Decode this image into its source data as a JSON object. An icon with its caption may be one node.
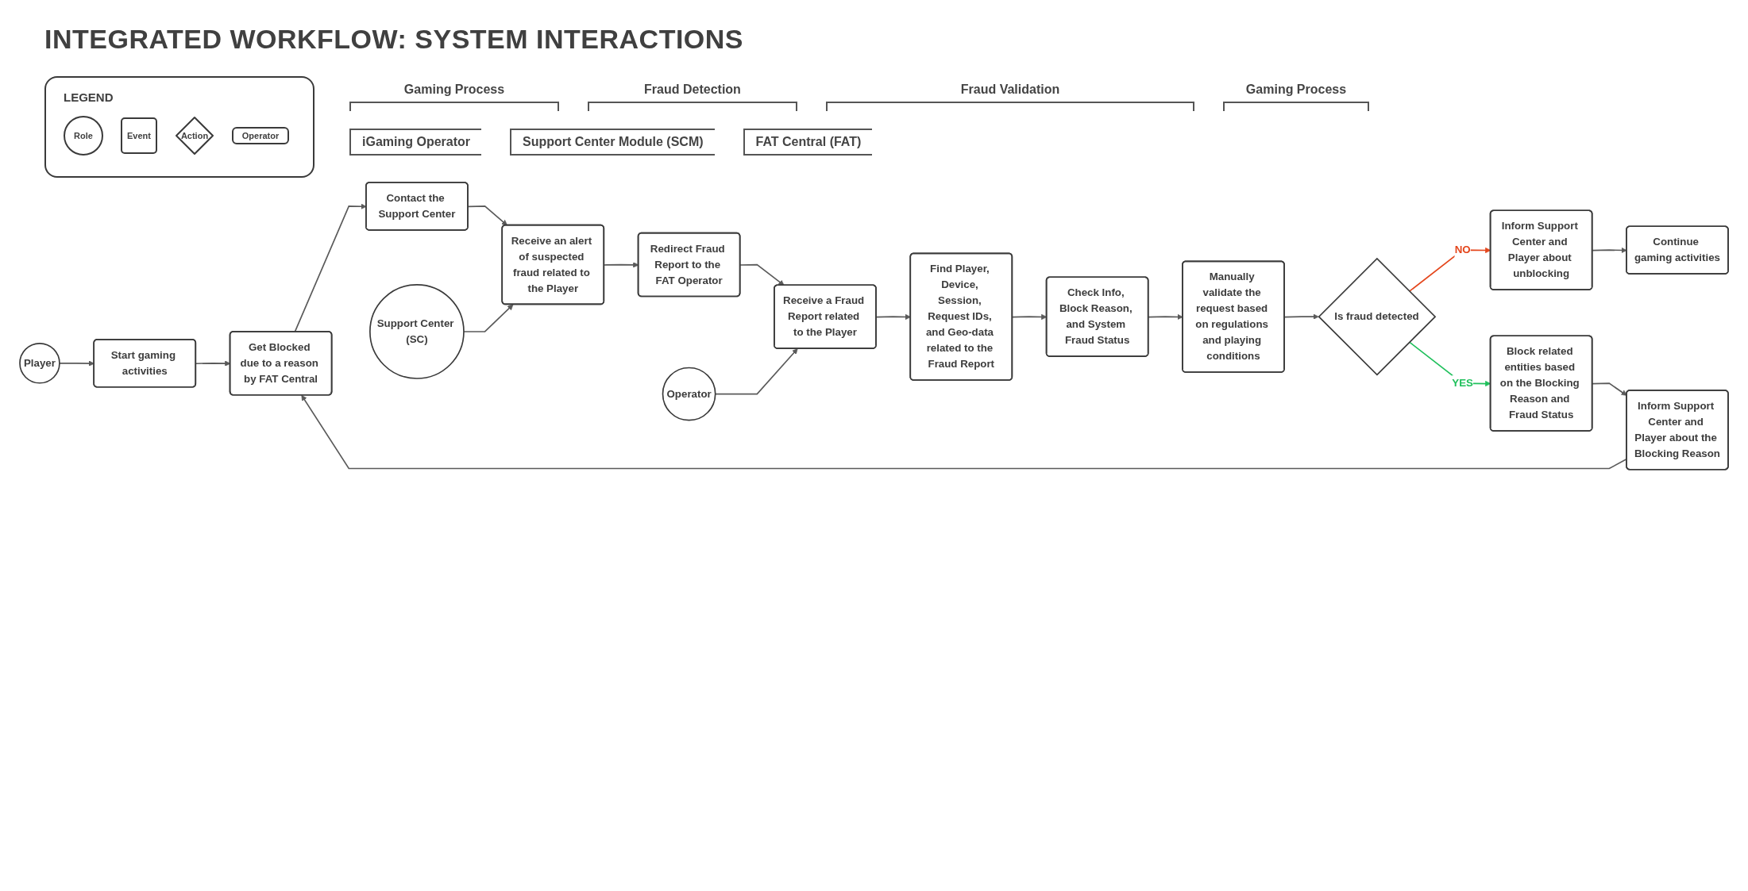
{
  "diagram": {
    "title": "INTEGRATED WORKFLOW: SYSTEM INTERACTIONS",
    "nodes": [
      {
        "text": [
          "Player"
        ]
      },
      {
        "text": [
          "Start gaming activities"
        ]
      },
      {
        "text": [
          "Get Blocked due to a reason by FAT Central"
        ]
      },
      {
        "text": [
          "Contact the Support Center"
        ]
      },
      {
        "text": [
          "Continue gaming activities"
        ]
      },
      {
        "text": [
          "Support Center (SC)"
        ]
      },
      {
        "text": [
          "Receive an alert of suspected fraud related to the Player"
        ]
      },
      {
        "text": [
          "Redirect Fraud Report to the FAT Operator"
        ]
      },
      {
        "text": [
          "Operator"
        ]
      },
      {
        "text": [
          "Receive a Fraud Report related to the Player"
        ]
      },
      {
        "text": [
          "Find Player, Device, Session, Request IDs, and Geo-data related to the Fraud Report"
        ]
      },
      {
        "text": [
          "Check Info, Block Reason, and System Fraud Status"
        ]
      },
      {
        "text": [
          "Manually validate the request based on regulations and playing conditions"
        ]
      },
      {
        "text": [
          "Is fraud detected"
        ]
      },
      {
        "text": [
          "Inform Support Center and Player about unblocking"
        ]
      },
      {
        "text": [
          "Inform Support Center and Player about the Blocking Reason"
        ]
      },
      {
        "text": [
          "Block related entities based on the Blocking Reason and Fraud Status"
        ]
      }
    ],
    "edges": [
      {
        "from": 0,
        "to": 1,
        "arrow": "to"
      },
      {
        "from": 1,
        "to": 2,
        "arrow": "to"
      },
      {
        "from": 2,
        "to": 3,
        "arrow": "to"
      },
      {
        "from": 3,
        "to": 6,
        "arrow": "to"
      },
      {
        "from": 5,
        "to": 6,
        "arrow": "to"
      },
      {
        "from": 6,
        "to": 7,
        "arrow": "to"
      },
      {
        "from": 7,
        "to": 9,
        "arrow": "to"
      },
      {
        "from": 8,
        "to": 9,
        "arrow": "to"
      },
      {
        "from": 9,
        "to": 10,
        "arrow": "to"
      },
      {
        "from": 10,
        "to": 11,
        "arrow": "to"
      },
      {
        "from": 11,
        "to": 12,
        "arrow": "to"
      },
      {
        "from": 12,
        "to": 13,
        "arrow": "to"
      },
      {
        "from": 13,
        "to": 14,
        "arrow": "to",
        "label": "NO",
        "color": "#e4461c"
      },
      {
        "from": 13,
        "to": 16,
        "arrow": "to",
        "label": "YES",
        "color": "#20c05c"
      },
      {
        "from": 16,
        "to": 15,
        "arrow": "to"
      },
      {
        "from": 15,
        "to": 2,
        "arrow": "to"
      },
      {
        "from": 14,
        "to": 4,
        "arrow": "to"
      }
    ],
    "labels": [
      "LEGEND",
      "Gaming Process",
      "Fraud Detection",
      "Fraud Validation",
      "Gaming Process",
      "iGaming Operator",
      "Support Center Module (SCM)",
      "FAT Central (FAT)"
    ],
    "legend": [
      {
        "text": "Role"
      },
      {
        "text": "Event"
      },
      {
        "text": "Action"
      },
      {
        "text": "Operator"
      }
    ]
  }
}
